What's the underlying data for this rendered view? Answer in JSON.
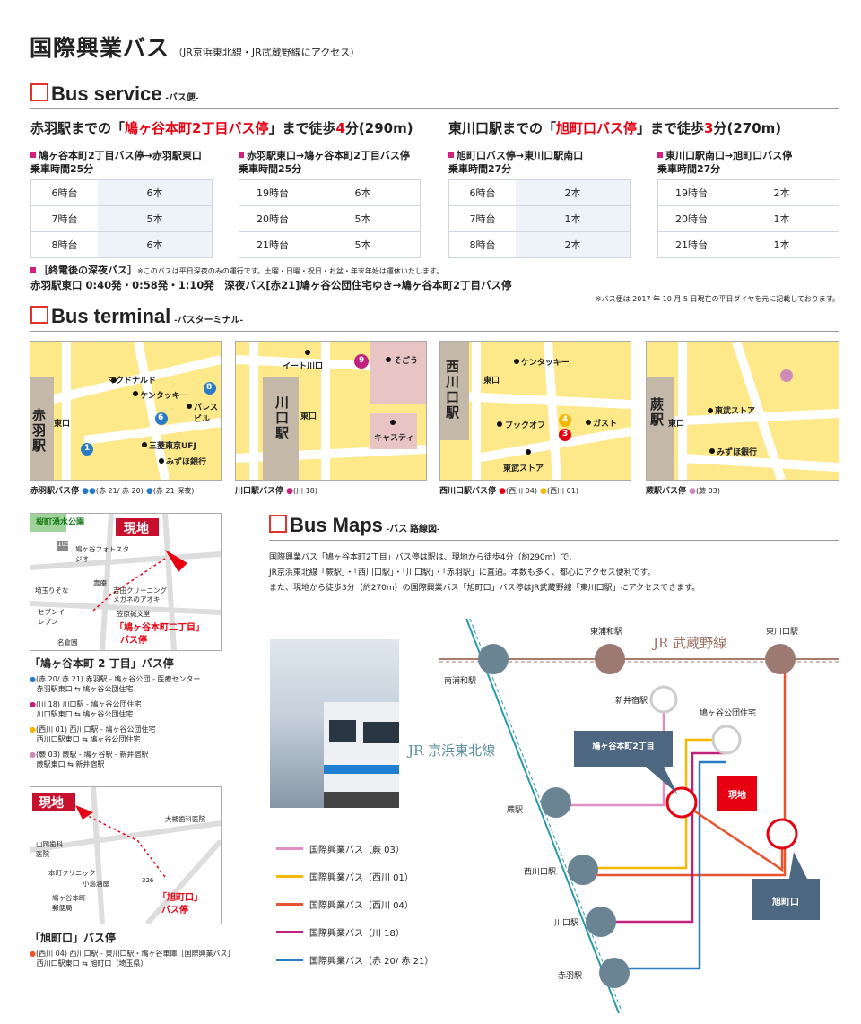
{
  "title": {
    "main": "国際興業バス",
    "sub": "（JR京浜東北線・JR武蔵野線にアクセス）"
  },
  "bus_service": {
    "heading": "Bus service",
    "subheading": "-バス便-",
    "left": {
      "walk_prefix": "赤羽駅までの「",
      "walk_stop": "鳩ヶ谷本町2丁目バス停",
      "walk_mid": "」まで徒歩",
      "walk_min": "4",
      "walk_suffix": "分(290m)",
      "routes": [
        {
          "name": "鳩ヶ谷本町2丁目バス停→赤羽駅東口",
          "time": "乗車時間25分",
          "rows": [
            [
              "6時台",
              "6本"
            ],
            [
              "7時台",
              "5本"
            ],
            [
              "8時台",
              "6本"
            ]
          ]
        },
        {
          "name": "赤羽駅東口→鳩ヶ谷本町2丁目バス停",
          "time": "乗車時間25分",
          "rows": [
            [
              "19時台",
              "6本"
            ],
            [
              "20時台",
              "5本"
            ],
            [
              "21時台",
              "5本"
            ]
          ]
        }
      ]
    },
    "right": {
      "walk_prefix": "東川口駅までの「",
      "walk_stop": "旭町口バス停",
      "walk_mid": "」まで徒歩",
      "walk_min": "3",
      "walk_suffix": "分(270m)",
      "routes": [
        {
          "name": "旭町口バス停→東川口駅南口",
          "time": "乗車時間27分",
          "rows": [
            [
              "6時台",
              "2本"
            ],
            [
              "7時台",
              "1本"
            ],
            [
              "8時台",
              "2本"
            ]
          ]
        },
        {
          "name": "東川口駅南口→旭町口バス停",
          "time": "乗車時間27分",
          "rows": [
            [
              "19時台",
              "2本"
            ],
            [
              "20時台",
              "1本"
            ],
            [
              "21時台",
              "1本"
            ]
          ]
        }
      ]
    },
    "night_head": "［終電後の深夜バス］",
    "night_note": "※このバスは平日深夜のみの運行です。土曜・日曜・祝日・お盆・年末年始は運休いたします。",
    "night_detail": "赤羽駅東口 0:40発・0:58発・1:10発　深夜バス[赤21]鳩ヶ谷公団住宅ゆき→鳩ヶ谷本町2丁目バス停",
    "footnote": "※バス便は 2017 年 10 月 5 日現在の平日ダイヤを元に記載しております。"
  },
  "bus_terminal": {
    "heading": "Bus terminal",
    "subheading": "-バスターミナル-",
    "maps": [
      {
        "station": "赤羽駅",
        "exit": "東口",
        "labels": [
          "マクドナルド",
          "ケンタッキー",
          "パレスビル",
          "三菱東京UFJ",
          "みずほ銀行"
        ],
        "caption": "赤羽駅バス停",
        "cap_detail": "(赤 21/ 赤 20)",
        "cap_detail2": "(赤 21 深夜)"
      },
      {
        "station": "川口駅",
        "exit": "東口",
        "labels": [
          "イート川口",
          "そごう",
          "キャスティ"
        ],
        "caption": "川口駅バス停",
        "cap_detail": "(川 18)"
      },
      {
        "station": "西川口駅",
        "exit": "東口",
        "labels": [
          "ケンタッキー",
          "ブックオフ",
          "ガスト",
          "東武ストア"
        ],
        "caption": "西川口駅バス停",
        "cap_detail": "(西川 04)",
        "cap_detail2": "(西川 01)"
      },
      {
        "station": "蕨駅",
        "exit": "東口",
        "labels": [
          "東武ストア",
          "みずほ銀行"
        ],
        "caption": "蕨駅バス停",
        "cap_detail": "(蕨 03)"
      }
    ],
    "badges": {
      "b6": "6",
      "b8": "8",
      "b1": "1",
      "b9": "9",
      "b3": "3",
      "b4": "4"
    }
  },
  "local_map1": {
    "park": "桜町湧水公園",
    "here": "現地",
    "stop_label": "「鳩ヶ谷本町二丁目」",
    "stop_label2": "バス停",
    "labels": [
      "鳩ヶ谷フォトスタジオ",
      "埼玉りそな",
      "壽庵",
      "吉田クリーニング",
      "メガネのアオキ",
      "セブンイレブン",
      "笠原鍼文堂",
      "名倉園"
    ],
    "route_no": "105",
    "title": "「鳩ヶ谷本町 2 丁目」バス停",
    "items": [
      {
        "color": "#2a7bc6",
        "l1": "(赤 20/ 赤 21) 赤羽駅 - 鳩ヶ谷公団 - 医療センター",
        "l2": "赤羽駅東口 ⇆ 鳩ヶ谷公団住宅"
      },
      {
        "color": "#c2207d",
        "l1": "(川 18) 川口駅 - 鳩ヶ谷公団住宅",
        "l2": "川口駅東口 ⇆ 鳩ヶ谷公団住宅"
      },
      {
        "color": "#f5b800",
        "l1": "(西川 01) 西川口駅 - 鳩ヶ谷公団住宅",
        "l2": "西川口駅東口 ⇆ 鳩ヶ谷公団住宅"
      },
      {
        "color": "#d08ab8",
        "l1": "(蕨 03) 蕨駅 - 鳩ヶ谷駅 - 新井宿駅",
        "l2": "蕨駅東口 ⇆ 新井宿駅"
      }
    ]
  },
  "local_map2": {
    "here": "現地",
    "stop_label": "「旭町口」",
    "stop_label2": "バス停",
    "labels": [
      "大槻歯科医院",
      "山岡歯科医院",
      "本町クリニック",
      "小島酒屋",
      "鳩ヶ谷本町郵便局"
    ],
    "route_no": "326",
    "title": "「旭町口」バス停",
    "items": [
      {
        "color": "#e8542e",
        "l1": "(西川 04) 西川口駅 - 東川口駅・鳩ヶ谷車庫［国際興業バス］",
        "l2": "西川口駅東口 ⇆ 旭町口（埼玉県）"
      }
    ]
  },
  "bus_maps": {
    "heading": "Bus Maps",
    "subheading": "-バス 路線図-",
    "desc1": "国際興業バス「鳩ヶ谷本町2丁目」バス停は駅は、現地から徒歩4分（約290m）で、",
    "desc2": "JR京浜東北線「蕨駅」・「西川口駅」・「川口駅」・「赤羽駅」に直通。本数も多く、都心にアクセス便利です。",
    "desc3": "また、現地から徒歩3分（約270m）の国際興業バス「旭町口」バス停はJR武蔵野線「東川口駅」にアクセスできます。",
    "line_musashino": "JR 武蔵野線",
    "line_keihin": "JR 京浜東北線",
    "stations": [
      "南浦和駅",
      "東浦和駅",
      "東川口駅",
      "新井宿駅",
      "鳩ヶ谷公団住宅",
      "蕨駅",
      "西川口駅",
      "川口駅",
      "赤羽駅"
    ],
    "callout_stop": "鳩ヶ谷本町2丁目",
    "callout_here": "現地",
    "callout_asahi": "旭町口",
    "legend": [
      {
        "color": "#e08fc0",
        "label": "国際興業バス（蕨 03）"
      },
      {
        "color": "#f5b800",
        "label": "国際興業バス（西川 01）"
      },
      {
        "color": "#e8542e",
        "label": "国際興業バス（西川 04）"
      },
      {
        "color": "#c2207d",
        "label": "国際興業バス（川 18）"
      },
      {
        "color": "#2a7bc6",
        "label": "国際興業バス（赤 20/ 赤 21）"
      }
    ]
  }
}
